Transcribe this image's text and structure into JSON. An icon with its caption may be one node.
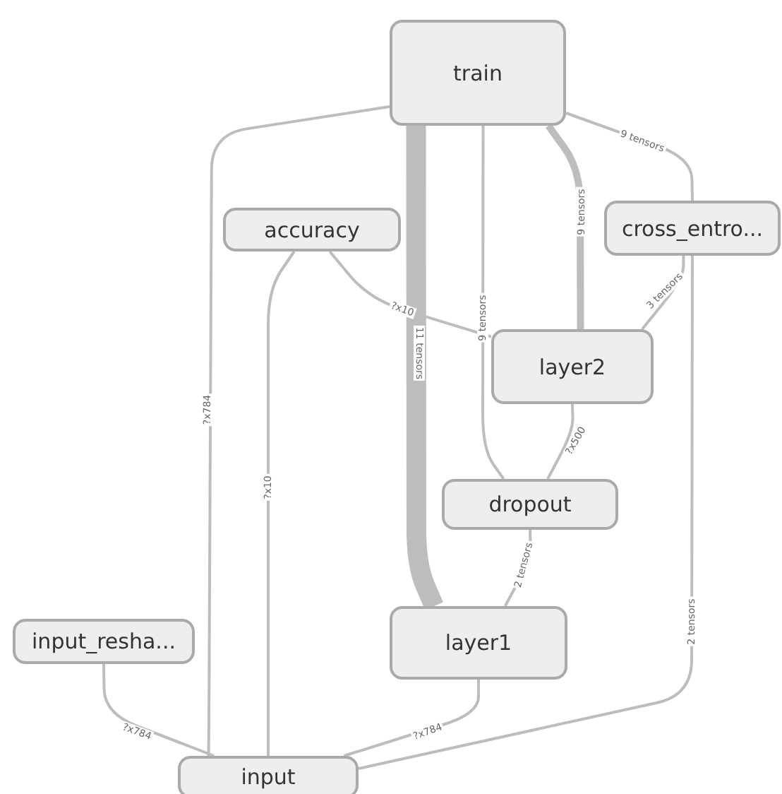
{
  "diagram": {
    "nodes": [
      {
        "text": [
          "train"
        ]
      },
      {
        "text": [
          "accuracy"
        ]
      },
      {
        "text": [
          "cross_entro..."
        ]
      },
      {
        "text": [
          "layer2"
        ]
      },
      {
        "text": [
          "dropout"
        ]
      },
      {
        "text": [
          "input_resha..."
        ]
      },
      {
        "text": [
          "layer1"
        ]
      },
      {
        "text": [
          "input"
        ]
      }
    ],
    "edges": [
      {
        "from": 0,
        "to": 7,
        "arrow": "none",
        "label": "?x784"
      },
      {
        "from": 0,
        "to": 6,
        "arrow": "none",
        "label": "11 tensors",
        "style": "thick"
      },
      {
        "from": 0,
        "to": 4,
        "arrow": "none",
        "label": "9 tensors"
      },
      {
        "from": 0,
        "to": 3,
        "arrow": "none",
        "label": "9 tensors",
        "style": "thick"
      },
      {
        "from": 0,
        "to": 2,
        "arrow": "none",
        "label": "9 tensors"
      },
      {
        "from": 1,
        "to": 7,
        "arrow": "none",
        "label": "?x10"
      },
      {
        "from": 1,
        "to": 3,
        "arrow": "none",
        "label": "?x10"
      },
      {
        "from": 2,
        "to": 3,
        "arrow": "none",
        "label": "3 tensors"
      },
      {
        "from": 2,
        "to": 7,
        "arrow": "none",
        "label": "2 tensors"
      },
      {
        "from": 3,
        "to": 4,
        "arrow": "none",
        "label": "?x500"
      },
      {
        "from": 4,
        "to": 6,
        "arrow": "none",
        "label": "2 tensors"
      },
      {
        "from": 6,
        "to": 7,
        "arrow": "none",
        "label": "?x784"
      },
      {
        "from": 5,
        "to": 7,
        "arrow": "none",
        "label": "?x784"
      }
    ]
  }
}
